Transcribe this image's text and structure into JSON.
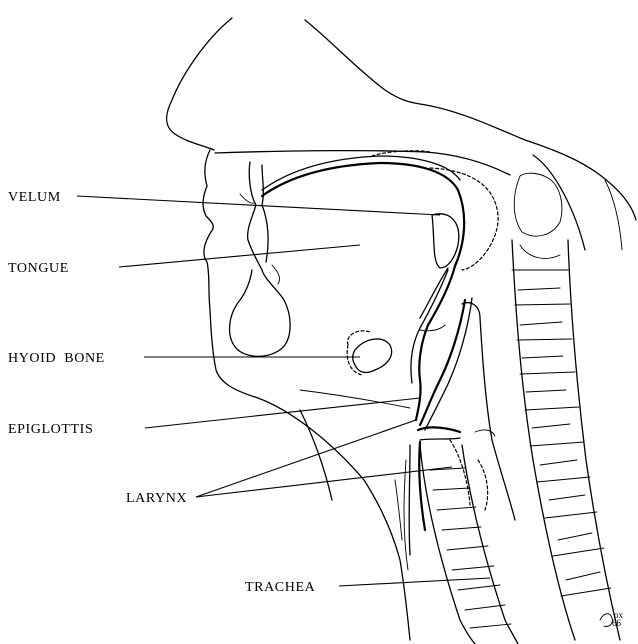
{
  "labels": {
    "velum": "VELUM",
    "tongue": "TONGUE",
    "hyoid_bone": "HYOID  BONE",
    "epiglottis": "EPIGLOTTIS",
    "larynx": "LARYNX",
    "trachea": "TRACHEA"
  }
}
